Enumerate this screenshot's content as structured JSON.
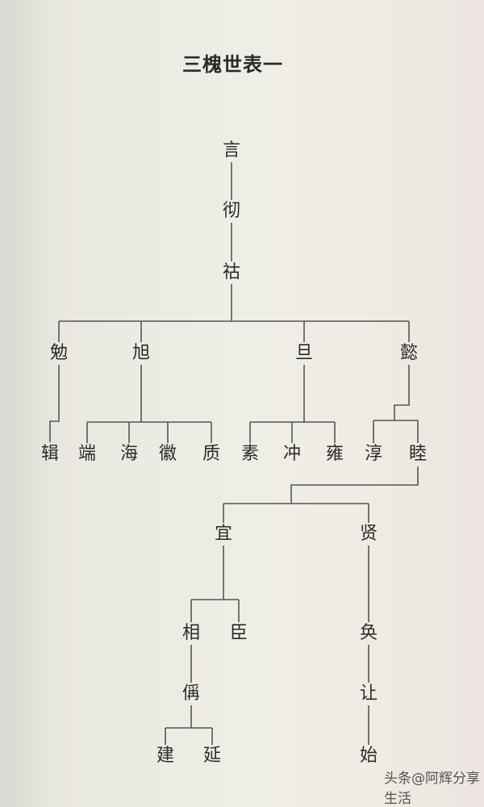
{
  "title": "三槐世表一",
  "watermark": "头条@阿辉分享生活",
  "tree": {
    "nodes": [
      {
        "id": "yan",
        "name": "言",
        "gen": 1
      },
      {
        "id": "che",
        "name": "彻",
        "gen": 2
      },
      {
        "id": "hu",
        "name": "祜",
        "gen": 3
      },
      {
        "id": "mian",
        "name": "勉",
        "gen": 4
      },
      {
        "id": "xu",
        "name": "旭",
        "gen": 4
      },
      {
        "id": "dan",
        "name": "旦",
        "gen": 4
      },
      {
        "id": "yi4",
        "name": "懿",
        "gen": 4
      },
      {
        "id": "ji",
        "name": "辑",
        "gen": 5
      },
      {
        "id": "duan",
        "name": "端",
        "gen": 5
      },
      {
        "id": "hai",
        "name": "海",
        "gen": 5
      },
      {
        "id": "hui",
        "name": "徽",
        "gen": 5
      },
      {
        "id": "zhi",
        "name": "质",
        "gen": 5
      },
      {
        "id": "su",
        "name": "素",
        "gen": 5
      },
      {
        "id": "chong",
        "name": "冲",
        "gen": 5
      },
      {
        "id": "yong",
        "name": "雍",
        "gen": 5
      },
      {
        "id": "chun",
        "name": "淳",
        "gen": 5
      },
      {
        "id": "mu",
        "name": "睦",
        "gen": 5
      },
      {
        "id": "yi2",
        "name": "宜",
        "gen": 6
      },
      {
        "id": "xian",
        "name": "贤",
        "gen": 6
      },
      {
        "id": "xiang",
        "name": "相",
        "gen": 7
      },
      {
        "id": "chen",
        "name": "臣",
        "gen": 7
      },
      {
        "id": "huan",
        "name": "奂",
        "gen": 7
      },
      {
        "id": "cheng",
        "name": "偁",
        "gen": 8
      },
      {
        "id": "rang",
        "name": "让",
        "gen": 8
      },
      {
        "id": "jian",
        "name": "建",
        "gen": 9
      },
      {
        "id": "yan2",
        "name": "延",
        "gen": 9
      },
      {
        "id": "shi",
        "name": "始",
        "gen": 9
      }
    ],
    "edges": [
      [
        "yan",
        "che"
      ],
      [
        "che",
        "hu"
      ],
      [
        "hu",
        "mian"
      ],
      [
        "hu",
        "xu"
      ],
      [
        "hu",
        "dan"
      ],
      [
        "hu",
        "yi4"
      ],
      [
        "mian",
        "ji"
      ],
      [
        "xu",
        "duan"
      ],
      [
        "xu",
        "hai"
      ],
      [
        "xu",
        "hui"
      ],
      [
        "xu",
        "zhi"
      ],
      [
        "dan",
        "su"
      ],
      [
        "dan",
        "chong"
      ],
      [
        "dan",
        "yong"
      ],
      [
        "yi4",
        "chun"
      ],
      [
        "yi4",
        "mu"
      ],
      [
        "mu",
        "yi2"
      ],
      [
        "mu",
        "xian"
      ],
      [
        "yi2",
        "xiang"
      ],
      [
        "yi2",
        "chen"
      ],
      [
        "xian",
        "huan"
      ],
      [
        "xiang",
        "cheng"
      ],
      [
        "huan",
        "rang"
      ],
      [
        "cheng",
        "jian"
      ],
      [
        "cheng",
        "yan2"
      ],
      [
        "rang",
        "shi"
      ]
    ]
  }
}
